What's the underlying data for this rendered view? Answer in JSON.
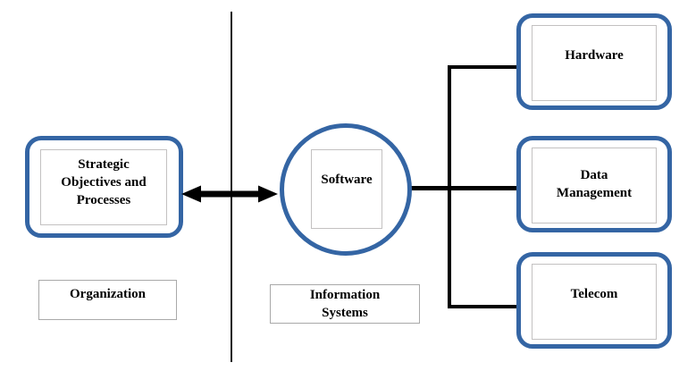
{
  "diagram": {
    "left_zone": {
      "node_label": "Strategic\nObjectives and\nProcesses",
      "zone_label": "Organization"
    },
    "center_zone": {
      "node_label": "Software",
      "zone_label": "Information\nSystems"
    },
    "right_nodes": [
      {
        "label": "Hardware"
      },
      {
        "label": "Data\nManagement"
      },
      {
        "label": "Telecom"
      }
    ],
    "colors": {
      "node_border_blue": "#3465a4",
      "inner_frame_gray": "#c3c1c1",
      "zone_label_border_gray": "#a9a9a9",
      "connector_black": "#000000",
      "text_black": "#000000",
      "background": "#ffffff"
    }
  }
}
